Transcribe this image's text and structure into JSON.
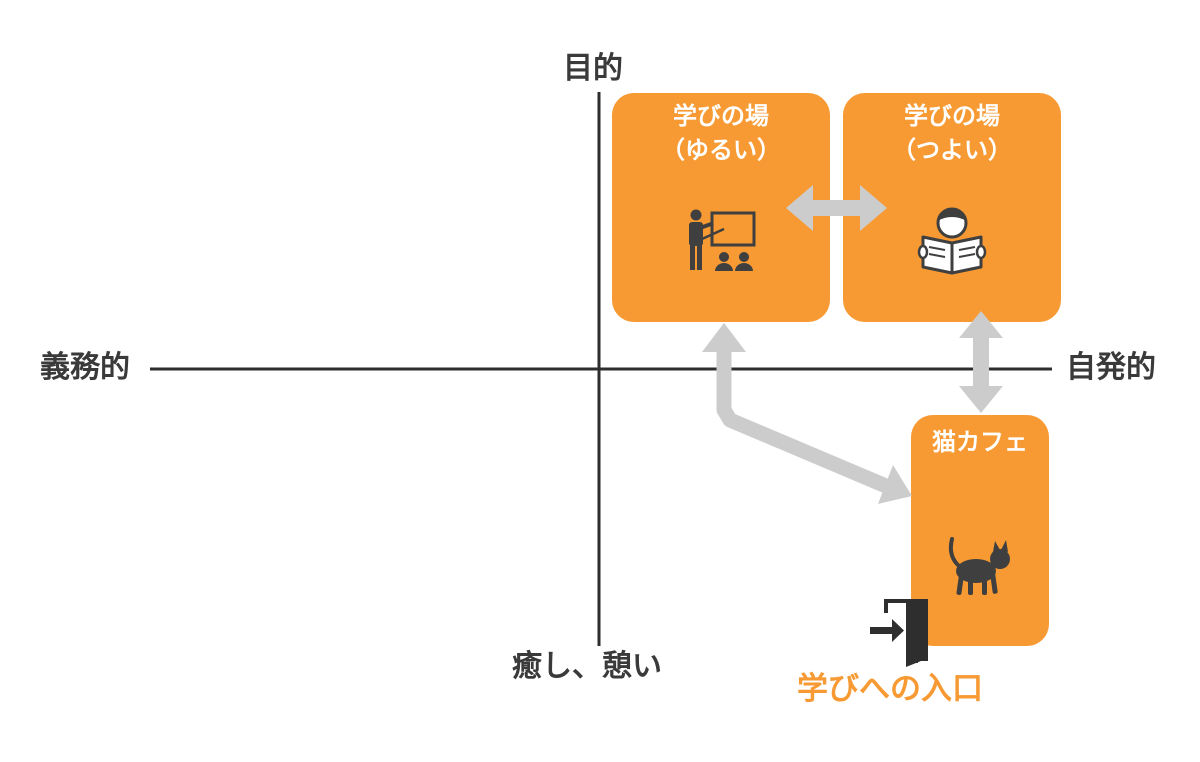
{
  "axes": {
    "top": "目的",
    "bottom": "癒し、憩い",
    "left": "義務的",
    "right": "自発的"
  },
  "boxes": {
    "loose": {
      "line1": "学びの場",
      "line2": "（ゆるい）",
      "icon": "teacher-presentation-icon"
    },
    "strong": {
      "line1": "学びの場",
      "line2": "（つよい）",
      "icon": "person-reading-icon"
    },
    "cat": {
      "line1": "猫カフェ",
      "icon": "cat-icon"
    }
  },
  "entry": {
    "label": "学びへの入口",
    "icon": "door-entry-icon"
  },
  "colors": {
    "box": "#f79a33",
    "arrow": "#cccccc",
    "axis": "#2e2e2e",
    "icon": "#3f3f3f",
    "text_dark": "#3a3a3a"
  }
}
